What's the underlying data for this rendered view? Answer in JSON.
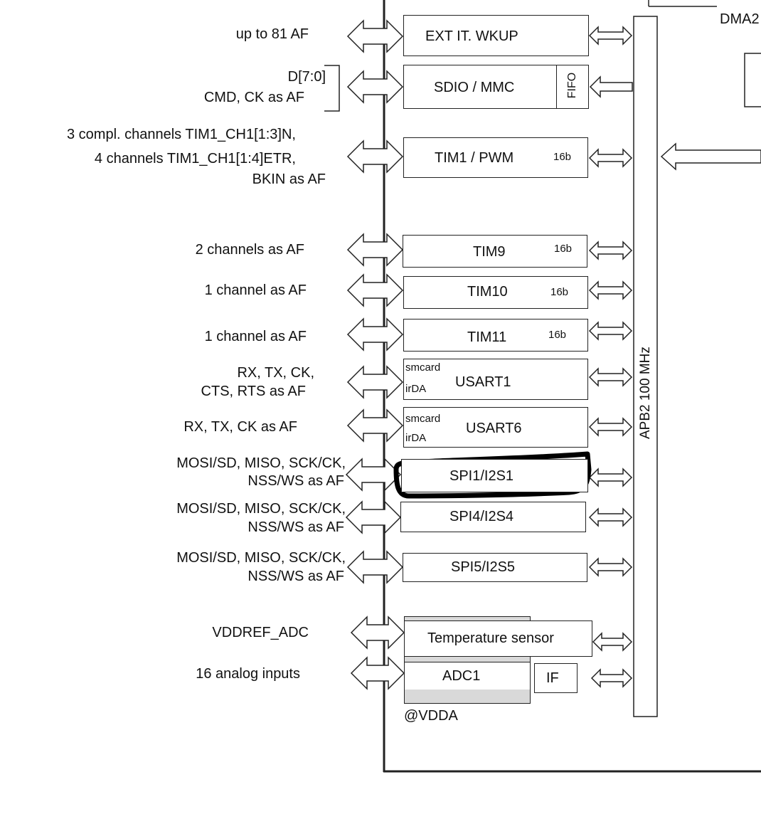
{
  "dma_label": "DMA2",
  "bus_label": "APB2 100 MHz",
  "rows": [
    {
      "id": "ext",
      "pins": [
        "up to 81 AF"
      ],
      "block": "EXT IT. WKUP"
    },
    {
      "id": "sdio",
      "pins": [
        "D[7:0]",
        "CMD, CK as AF"
      ],
      "block": "SDIO / MMC",
      "fifo": "FIFO"
    },
    {
      "id": "tim1",
      "pins": [
        "3 compl. channels TIM1_CH1[1:3]N,",
        "4 channels TIM1_CH1[1:4]ETR,",
        "BKIN as AF"
      ],
      "block": "TIM1 / PWM",
      "width": "16b"
    },
    {
      "id": "tim9",
      "pins": [
        "2 channels as AF"
      ],
      "block": "TIM9",
      "width": "16b"
    },
    {
      "id": "tim10",
      "pins": [
        "1 channel as AF"
      ],
      "block": "TIM10",
      "width": "16b"
    },
    {
      "id": "tim11",
      "pins": [
        "1 channel as AF"
      ],
      "block": "TIM11",
      "width": "16b"
    },
    {
      "id": "usart1",
      "pins": [
        "RX, TX, CK,",
        "CTS, RTS as AF"
      ],
      "block": "USART1",
      "sub1": "smcard",
      "sub2": "irDA"
    },
    {
      "id": "usart6",
      "pins": [
        "RX, TX, CK as AF"
      ],
      "block": "USART6",
      "sub1": "smcard",
      "sub2": "irDA"
    },
    {
      "id": "spi1",
      "pins": [
        "MOSI/SD, MISO, SCK/CK,",
        "NSS/WS as AF"
      ],
      "block": "SPI1/I2S1",
      "highlighted": true
    },
    {
      "id": "spi4",
      "pins": [
        "MOSI/SD, MISO, SCK/CK,",
        "NSS/WS as AF"
      ],
      "block": "SPI4/I2S4"
    },
    {
      "id": "spi5",
      "pins": [
        "MOSI/SD, MISO, SCK/CK,",
        "NSS/WS as AF"
      ],
      "block": "SPI5/I2S5"
    },
    {
      "id": "temp",
      "pins": [
        "VDDREF_ADC"
      ],
      "block": "Temperature sensor"
    },
    {
      "id": "adc",
      "pins": [
        "16 analog inputs"
      ],
      "block": "ADC1",
      "interface": "IF",
      "supply": "@VDDA"
    }
  ],
  "colors": {
    "line": "#222222",
    "adc_shade": "#d9d9d9",
    "highlight": "#000000"
  }
}
